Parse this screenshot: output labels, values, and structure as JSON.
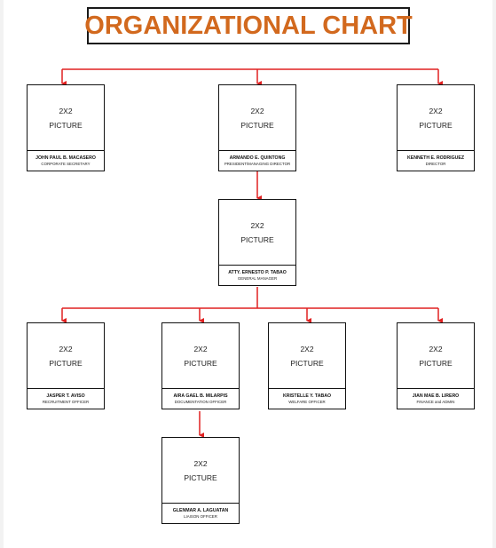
{
  "title": "ORGANIZATIONAL CHART",
  "colors": {
    "title": "#d2691e",
    "connector": "#e02020",
    "border": "#111111"
  },
  "placeholder": {
    "line1": "2X2",
    "line2": "PICTURE"
  },
  "people": [
    {
      "name": "JOHN PAUL B. MACASERO",
      "role": "CORPORATE SECRETARY"
    },
    {
      "name": "ARMANDO E. QUINTONG",
      "role": "PRESIDENT/MANAGING DIRECTOR"
    },
    {
      "name": "KENNETH E. RODRIGUEZ",
      "role": "DIRECTOR"
    },
    {
      "name": "ATTY. ERNESTO P. TABAO",
      "role": "GENERAL MANAGER"
    },
    {
      "name": "JASPER T. AVISO",
      "role": "RECRUITMENT OFFICER"
    },
    {
      "name": "AIRA GAEL B. MILARPIS",
      "role": "DOCUMENTATION OFFICER"
    },
    {
      "name": "KRISTELLE Y. TABAO",
      "role": "WELFARE OFFICER"
    },
    {
      "name": "JIAN MAE B. LIRERO",
      "role": "FINANCE and ADMIN"
    },
    {
      "name": "GLENMAR A. LAGUATAN",
      "role": "LIAISON OFFICER"
    }
  ]
}
